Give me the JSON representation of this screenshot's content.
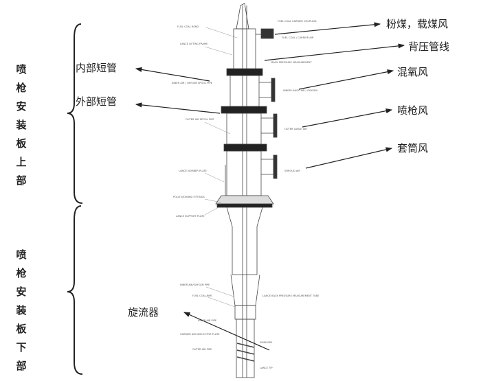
{
  "side_labels": {
    "upper": "喷枪安装板上部",
    "lower": "喷枪安装板下部"
  },
  "callouts_cn": {
    "coal": "粉煤，载煤风",
    "back_pressure": "背压管线",
    "mixed_oxygen": "混氧风",
    "lance_air": "喷枪风",
    "shroud_air": "套筒风",
    "inner_spool": "内部短管",
    "outer_spool": "外部短管",
    "swirler": "旋流器"
  },
  "labels_en": {
    "fuel_coal_bend": "FUEL COAL BEND",
    "lance_lifting_frame": "LANCE LIFTING FRAME",
    "coupling": "FUEL COAL CARRIER COUPLING",
    "coal_carrier_air": "FUEL COAL / CARRIER AIR",
    "back_pressure": "BACK PRESSURE MEASUREMENT",
    "inner_spool": "INNER AIR / OXYGEN SPOOL PIPE",
    "inner_lance_air": "INNER LANCE AIR / OXYGEN",
    "outer_spool": "OUTER AIR SPOOL PIPE",
    "outer_lance_air": "OUTER LANCE AIR",
    "number_plate": "LANCE NUMBER PLATE",
    "shroud_air": "SHROUD AIR",
    "fittings": "POLLTE/JOINING FITTINGS",
    "support_plate": "LANCE SUPPORT PLATE",
    "inner_pipe": "INNER AIR/OXYGEN PIPE",
    "coal_pipe": "FUEL COAL PIPE",
    "bp_tube": "LANCE BACK PRESSURE MEASUREMENT TUBE",
    "inner_air_pipe": "INNER AIR PIPE",
    "deflector": "CARRIER AIR DEFLECTOR PLATE",
    "swirlers": "SWIRLERS",
    "outer_pipe": "OUTER AIR PIPE",
    "lance_tip": "LANCE TIP"
  }
}
